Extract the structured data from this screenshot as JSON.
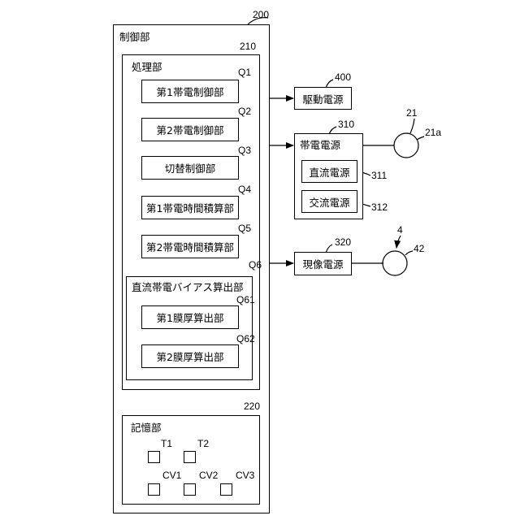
{
  "control_unit": {
    "label": "制御部",
    "ref": "200"
  },
  "processing_unit": {
    "label": "処理部",
    "ref": "210"
  },
  "q_blocks": [
    {
      "label": "第1帯電制御部",
      "ref": "Q1"
    },
    {
      "label": "第2帯電制御部",
      "ref": "Q2"
    },
    {
      "label": "切替制御部",
      "ref": "Q3"
    },
    {
      "label": "第1帯電時間積算部",
      "ref": "Q4"
    },
    {
      "label": "第2帯電時間積算部",
      "ref": "Q5"
    }
  ],
  "bias_unit": {
    "label": "直流帯電バイアス算出部",
    "ref": "Q6",
    "items": [
      {
        "label": "第1膜厚算出部",
        "ref": "Q61"
      },
      {
        "label": "第2膜厚算出部",
        "ref": "Q62"
      }
    ]
  },
  "storage_unit": {
    "label": "記憶部",
    "ref": "220",
    "items": [
      "T1",
      "T2",
      "CV1",
      "CV2",
      "CV3"
    ]
  },
  "drive_power": {
    "label": "駆動電源",
    "ref": "400"
  },
  "charge_power": {
    "label": "帯電電源",
    "ref": "310",
    "dc": {
      "label": "直流電源",
      "ref": "311"
    },
    "ac": {
      "label": "交流電源",
      "ref": "312"
    }
  },
  "develop_power": {
    "label": "現像電源",
    "ref": "320"
  },
  "charge_roller": {
    "ref_main": "21",
    "ref_sub": "21a"
  },
  "develop_roller": {
    "ref_main": "4",
    "ref_sub": "42"
  }
}
